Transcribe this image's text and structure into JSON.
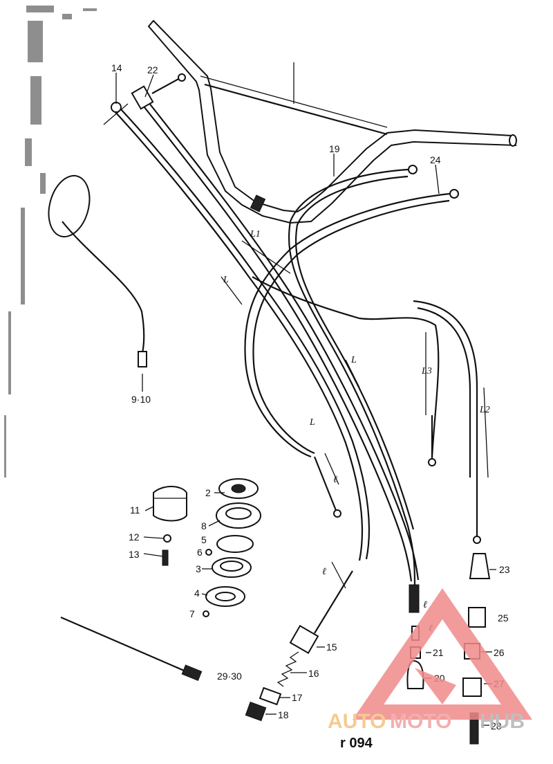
{
  "diagram": {
    "callouts": [
      {
        "id": "c14",
        "text": "14"
      },
      {
        "id": "c22",
        "text": "22"
      },
      {
        "id": "c19",
        "text": "19"
      },
      {
        "id": "c24",
        "text": "24"
      },
      {
        "id": "c910",
        "text": "9·10"
      },
      {
        "id": "c2",
        "text": "2"
      },
      {
        "id": "c11",
        "text": "11"
      },
      {
        "id": "c8",
        "text": "8"
      },
      {
        "id": "c5",
        "text": "5"
      },
      {
        "id": "c12",
        "text": "12"
      },
      {
        "id": "c6",
        "text": "6"
      },
      {
        "id": "c13",
        "text": "13"
      },
      {
        "id": "c3",
        "text": "3"
      },
      {
        "id": "c4",
        "text": "4"
      },
      {
        "id": "c7",
        "text": "7"
      },
      {
        "id": "c23",
        "text": "23"
      },
      {
        "id": "c25",
        "text": "25"
      },
      {
        "id": "c21",
        "text": "21"
      },
      {
        "id": "c26",
        "text": "26"
      },
      {
        "id": "c15",
        "text": "15"
      },
      {
        "id": "c16",
        "text": "16"
      },
      {
        "id": "c2930",
        "text": "29·30"
      },
      {
        "id": "c20",
        "text": "20"
      },
      {
        "id": "c27",
        "text": "27"
      },
      {
        "id": "c17",
        "text": "17"
      },
      {
        "id": "c18",
        "text": "18"
      },
      {
        "id": "c28",
        "text": "28"
      }
    ],
    "dimensions": [
      {
        "id": "dL1",
        "text": "L1"
      },
      {
        "id": "dL_a",
        "text": "L"
      },
      {
        "id": "dL_b",
        "text": "L"
      },
      {
        "id": "dL_c",
        "text": "L"
      },
      {
        "id": "dL3",
        "text": "L3"
      },
      {
        "id": "dL2",
        "text": "L2"
      },
      {
        "id": "dl_a",
        "text": "ℓ"
      },
      {
        "id": "dl_b",
        "text": "ℓ"
      },
      {
        "id": "dl_c",
        "text": "ℓ"
      },
      {
        "id": "dl_d",
        "text": "ℓ"
      }
    ],
    "reference": "r 094"
  },
  "watermark": {
    "part1": "AUTO",
    "part2": "MOTO",
    "part3": "HUB",
    "colors": {
      "part1": "#f3c27c",
      "part2": "#f2a0a0",
      "part3": "#b5b5b5",
      "triangle": "#f08a8a"
    }
  }
}
